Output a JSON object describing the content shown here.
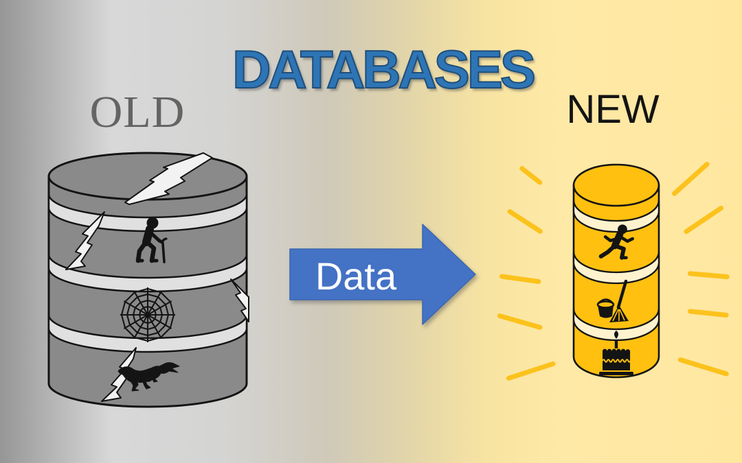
{
  "title": {
    "text": "DATABASES",
    "color": "#2e75b6",
    "outline_color": "#1f4e79"
  },
  "old_database": {
    "label": "OLD",
    "label_color": "#646464",
    "body_color": "#8a8a8a",
    "gap_color": "#e0e0e0",
    "crack_color": "#f2f2f2",
    "outline_color": "#141414",
    "icons": [
      {
        "name": "old-man-with-cane-icon"
      },
      {
        "name": "spider-web-icon"
      },
      {
        "name": "dinosaur-icon"
      }
    ],
    "decorations": [
      "lightning-crack-top",
      "lightning-crack-left",
      "lightning-crack-right",
      "lightning-crack-bottom-left"
    ]
  },
  "arrow": {
    "label": "Data",
    "fill_color": "#4472c4",
    "text_color": "#ffffff",
    "direction": "right"
  },
  "new_database": {
    "label": "NEW",
    "label_color": "#141414",
    "body_color": "#ffc010",
    "gap_color": "#fff3cf",
    "ray_color": "#fcc21c",
    "outline_color": "#141414",
    "icons": [
      {
        "name": "running-person-icon"
      },
      {
        "name": "bucket-and-broom-icon"
      },
      {
        "name": "birthday-cake-icon"
      }
    ],
    "ray_count": 10
  },
  "background": {
    "left_color": "#969696",
    "middle_color": "#d4d4d3",
    "right_color": "#ffe7a0",
    "style": "silver-to-gold horizontal gradient"
  }
}
